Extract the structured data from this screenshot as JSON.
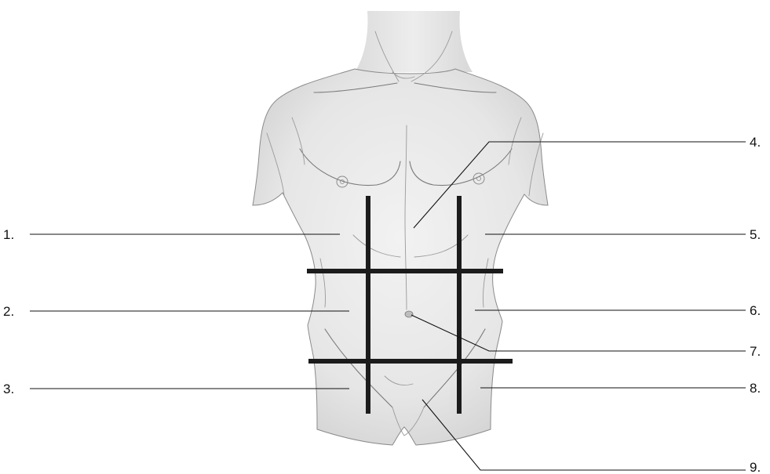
{
  "figure": {
    "description_text": "",
    "colors": {
      "skin": "#e9e9e9",
      "skin_shadow": "#d2d2d2",
      "outline": "#7a7a7a",
      "grid": "#1c1c1c",
      "ink": "#111111"
    }
  },
  "labels": [
    "1.",
    "2.",
    "3.",
    "4.",
    "5.",
    "6.",
    "7.",
    "8.",
    "9."
  ]
}
